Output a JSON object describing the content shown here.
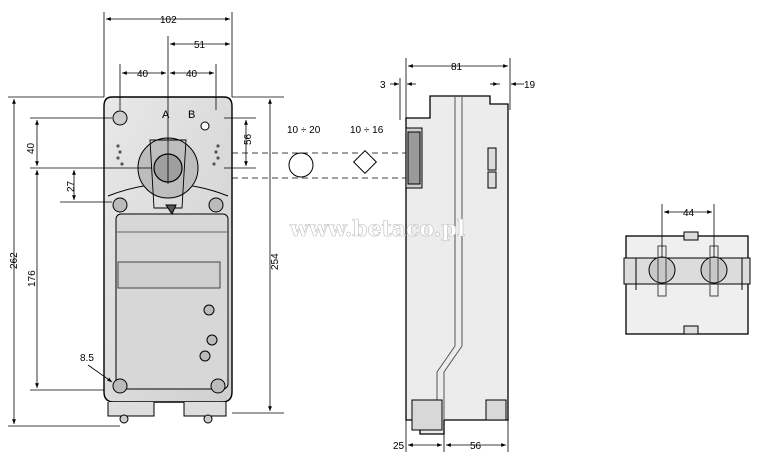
{
  "watermark": "www.betaco.pl",
  "front_view": {
    "width_total": "102",
    "width_half": "51",
    "offset_left": "40",
    "offset_right": "40",
    "height_total": "262",
    "height_body": "254",
    "offset_top": "40",
    "offset_top_right": "56",
    "offset_lower": "176",
    "offset_27": "27",
    "hole_diameter": "8.5",
    "symbol_a": "A",
    "symbol_b": "B"
  },
  "shaft_range": {
    "round": "10 ÷ 20",
    "square": "10 ÷ 16"
  },
  "side_view": {
    "depth": "81",
    "offset_left": "3",
    "offset_right": "19",
    "bottom_left": "25",
    "bottom_right": "56"
  },
  "bottom_view": {
    "spacing": "44"
  }
}
